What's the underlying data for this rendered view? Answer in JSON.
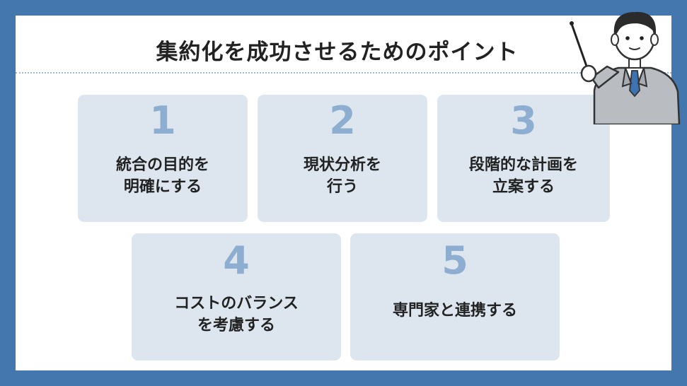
{
  "title": "集約化を成功させるためのポイント",
  "cards": [
    {
      "number": "1",
      "line1": "統合の目的を",
      "line2": "明確にする"
    },
    {
      "number": "2",
      "line1": "現状分析を",
      "line2": "行う"
    },
    {
      "number": "3",
      "line1": "段階的な計画を",
      "line2": "立案する"
    },
    {
      "number": "4",
      "line1": "コストのバランス",
      "line2": "を考慮する"
    },
    {
      "number": "5",
      "line1": "専門家と連携する",
      "line2": ""
    }
  ],
  "illustration": {
    "icon": "businessman-with-pointer-icon"
  },
  "colors": {
    "frame": "#4477ad",
    "card_bg": "#dde6ef",
    "number": "#8eaed1",
    "text": "#222222"
  }
}
